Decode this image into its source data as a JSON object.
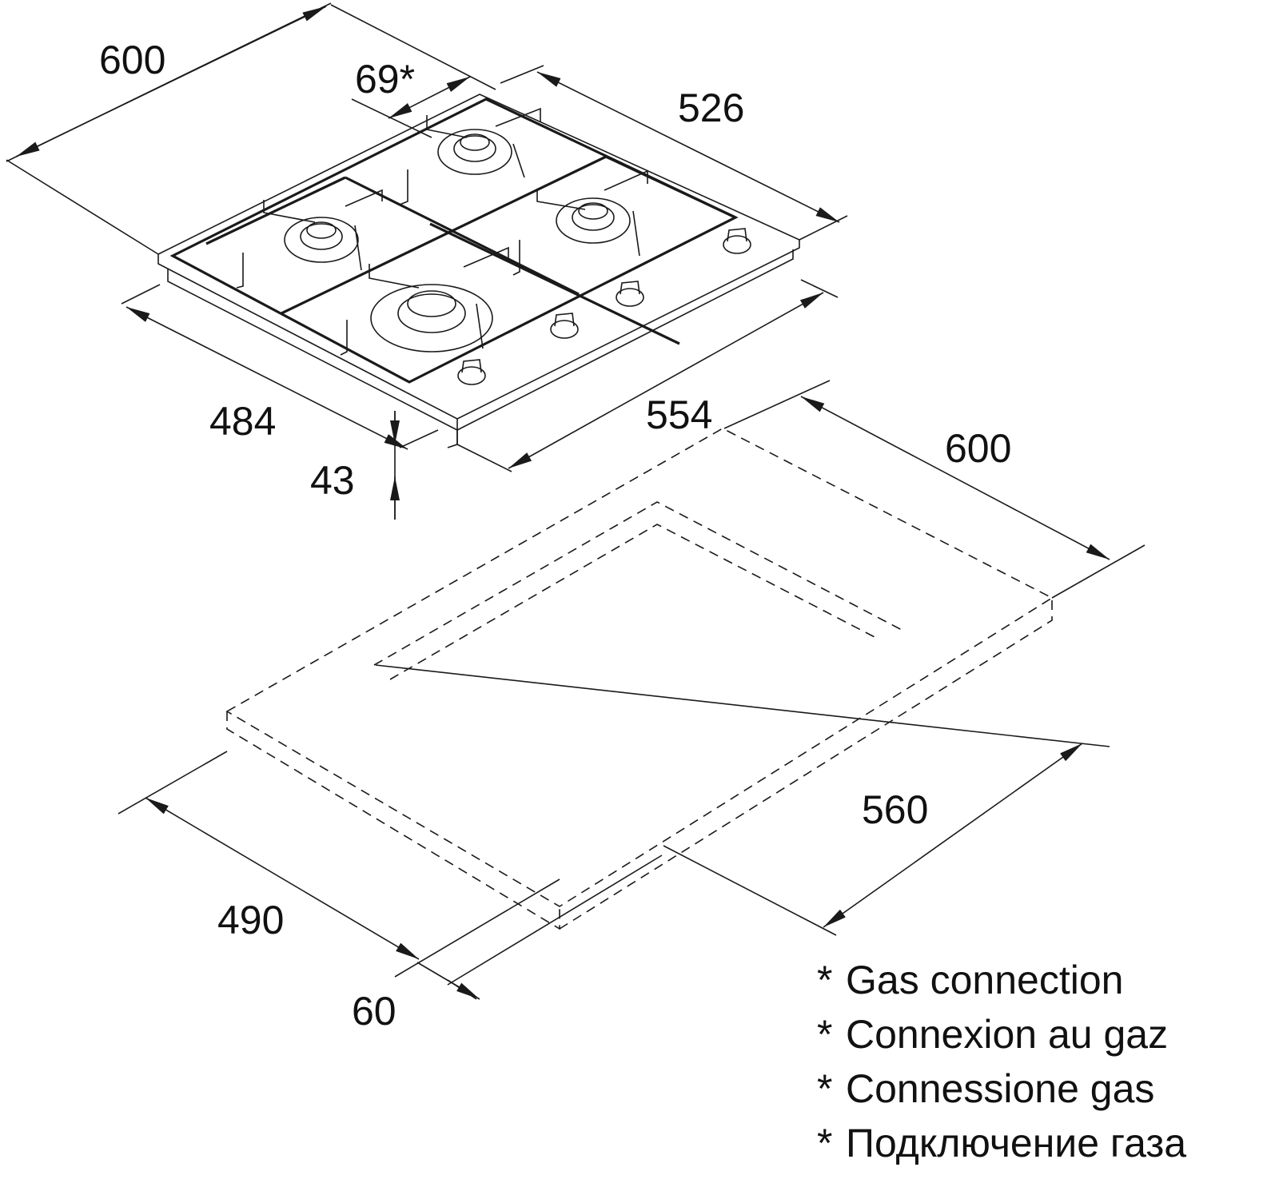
{
  "diagram": {
    "dimensions": {
      "hob_width": "600",
      "gas_connection_offset": "69*",
      "hob_depth_rear": "526",
      "hob_depth": "484",
      "hob_front_width": "554",
      "hob_height": "43",
      "cutout_width": "600",
      "cutout_length": "560",
      "cutout_depth": "490",
      "cutout_front_gap": "60"
    },
    "footnotes": [
      {
        "marker": "*",
        "text": "Gas connection"
      },
      {
        "marker": "*",
        "text": "Connexion au gaz"
      },
      {
        "marker": "*",
        "text": "Connessione gas"
      },
      {
        "marker": "*",
        "text": "Подключение газа"
      }
    ]
  }
}
